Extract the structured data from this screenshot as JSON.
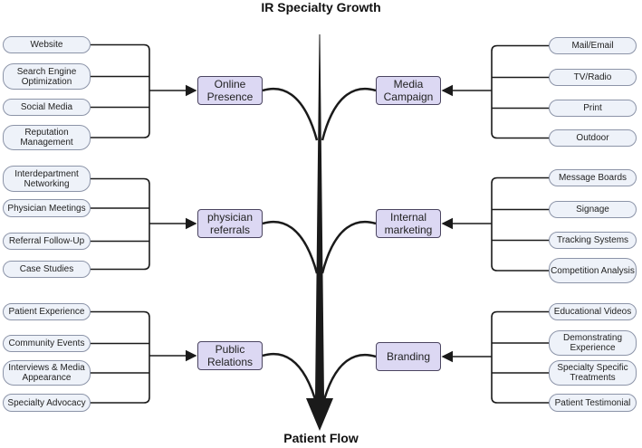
{
  "title_top": "IR Specialty Growth",
  "title_bottom": "Patient Flow",
  "groups": {
    "online": {
      "label": "Online Presence",
      "items": [
        "Website",
        "Search Engine Optimization",
        "Social Media",
        "Reputation Management"
      ]
    },
    "media": {
      "label": "Media Campaign",
      "items": [
        "Mail/Email",
        "TV/Radio",
        "Print",
        "Outdoor"
      ]
    },
    "referrals": {
      "label": "physician referrals",
      "items": [
        "Interdepartment Networking",
        "Physician Meetings",
        "Referral Follow-Up",
        "Case Studies"
      ]
    },
    "internal": {
      "label": "Internal marketing",
      "items": [
        "Message Boards",
        "Signage",
        "Tracking Systems",
        "Competition Analysis"
      ]
    },
    "pr": {
      "label": "Public Relations",
      "items": [
        "Patient Experience",
        "Community Events",
        "Interviews & Media Appearance",
        "Specialty Advocacy"
      ]
    },
    "branding": {
      "label": "Branding",
      "items": [
        "Educational Videos",
        "Demonstrating Experience",
        "Specialty Specific Treatments",
        "Patient Testimonial"
      ]
    }
  },
  "colors": {
    "pill_fill": "#eef2f9",
    "box_fill": "#dcd8f3",
    "line": "#1a1a1a"
  }
}
